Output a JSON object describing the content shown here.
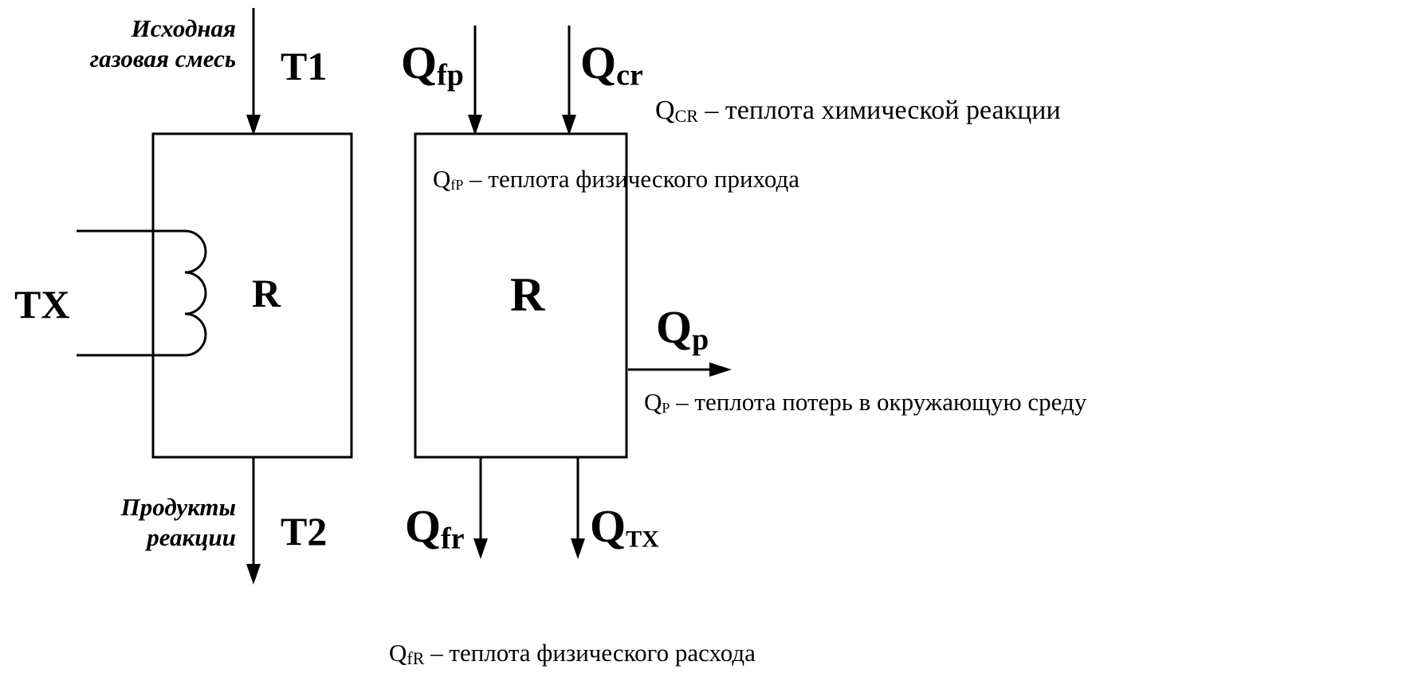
{
  "left_diagram": {
    "input_label": [
      "Исходная",
      "газовая смесь"
    ],
    "t1": "T1",
    "heat_exchanger": "TX",
    "reactor": "R",
    "output_label": [
      "Продукты",
      "реакции"
    ],
    "t2": "T2"
  },
  "right_diagram": {
    "reactor": "R",
    "q_fp": {
      "main": "Q",
      "sub": "fp"
    },
    "q_cr": {
      "main": "Q",
      "sub": "cr"
    },
    "q_p": {
      "main": "Q",
      "sub": "p"
    },
    "q_fr": {
      "main": "Q",
      "sub": "fr"
    },
    "q_tx": {
      "main": "Q",
      "sub": "TX"
    }
  },
  "descriptions": {
    "cr": {
      "main": "Q",
      "sub": "CR",
      "text": " – теплота химической реакции"
    },
    "fp": {
      "main": "Q",
      "sub": "fP",
      "text": " – теплота физического прихода"
    },
    "p": {
      "main": "Q",
      "sub": "P",
      "text": " – теплота потерь в окружающую среду"
    },
    "fr": {
      "main": "Q",
      "sub": "fR",
      "text": " – теплота физического расхода"
    }
  }
}
